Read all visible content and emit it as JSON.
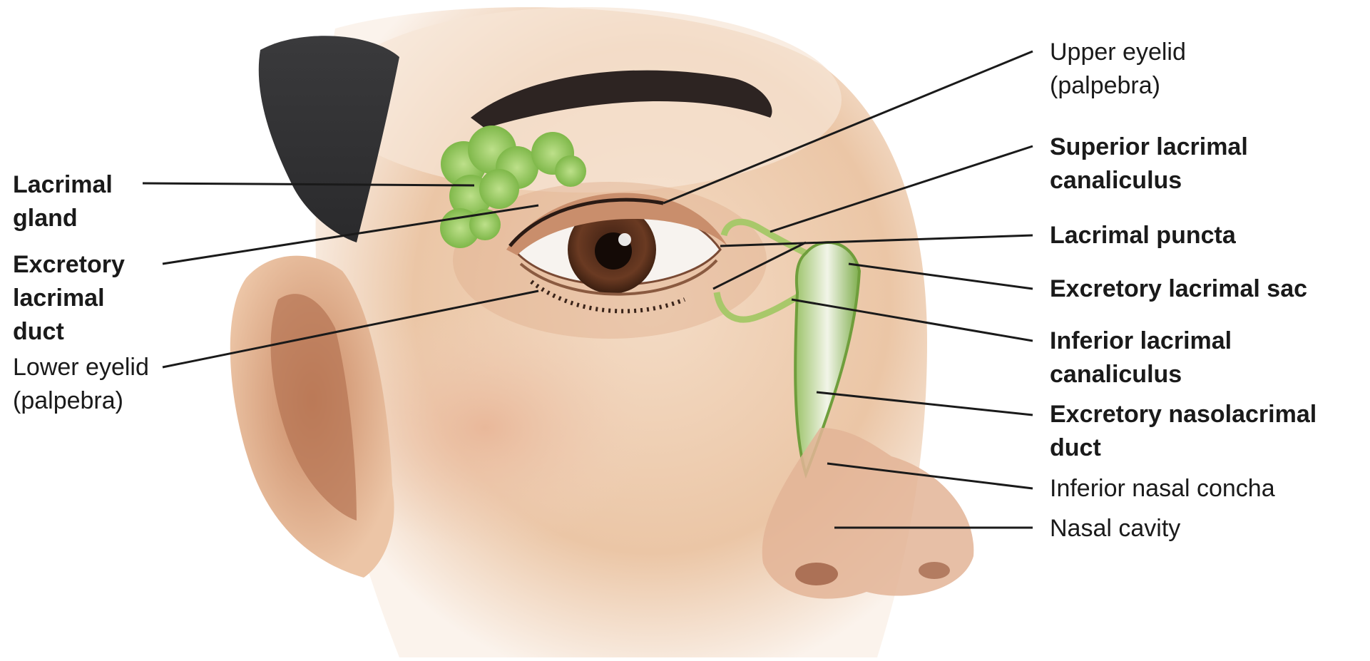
{
  "labels_left": [
    {
      "name": "label-lacrimal-gland",
      "lines": [
        "Lacrimal",
        "gland"
      ],
      "bold": true
    },
    {
      "name": "label-excretory-lacrimal-duct",
      "lines": [
        "Excretory",
        "lacrimal",
        "duct"
      ],
      "bold": true
    },
    {
      "name": "label-lower-eyelid",
      "lines": [
        "Lower eyelid",
        "(palpebra)"
      ],
      "bold": false
    }
  ],
  "labels_right": [
    {
      "name": "label-upper-eyelid",
      "lines": [
        "Upper eyelid",
        "(palpebra)"
      ],
      "bold": false
    },
    {
      "name": "label-superior-lacrimal-canaliculus",
      "lines": [
        "Superior lacrimal",
        "canaliculus"
      ],
      "bold": true
    },
    {
      "name": "label-lacrimal-puncta",
      "lines": [
        "Lacrimal puncta"
      ],
      "bold": true
    },
    {
      "name": "label-excretory-lacrimal-sac",
      "lines": [
        "Excretory lacrimal sac"
      ],
      "bold": true
    },
    {
      "name": "label-inferior-lacrimal-canaliculus",
      "lines": [
        "Inferior lacrimal",
        "canaliculus"
      ],
      "bold": true
    },
    {
      "name": "label-excretory-nasolacrimal-duct",
      "lines": [
        "Excretory nasolacrimal",
        "duct"
      ],
      "bold": true
    },
    {
      "name": "label-inferior-nasal-concha",
      "lines": [
        "Inferior nasal concha"
      ],
      "bold": false
    },
    {
      "name": "label-nasal-cavity",
      "lines": [
        "Nasal cavity"
      ],
      "bold": false
    }
  ]
}
